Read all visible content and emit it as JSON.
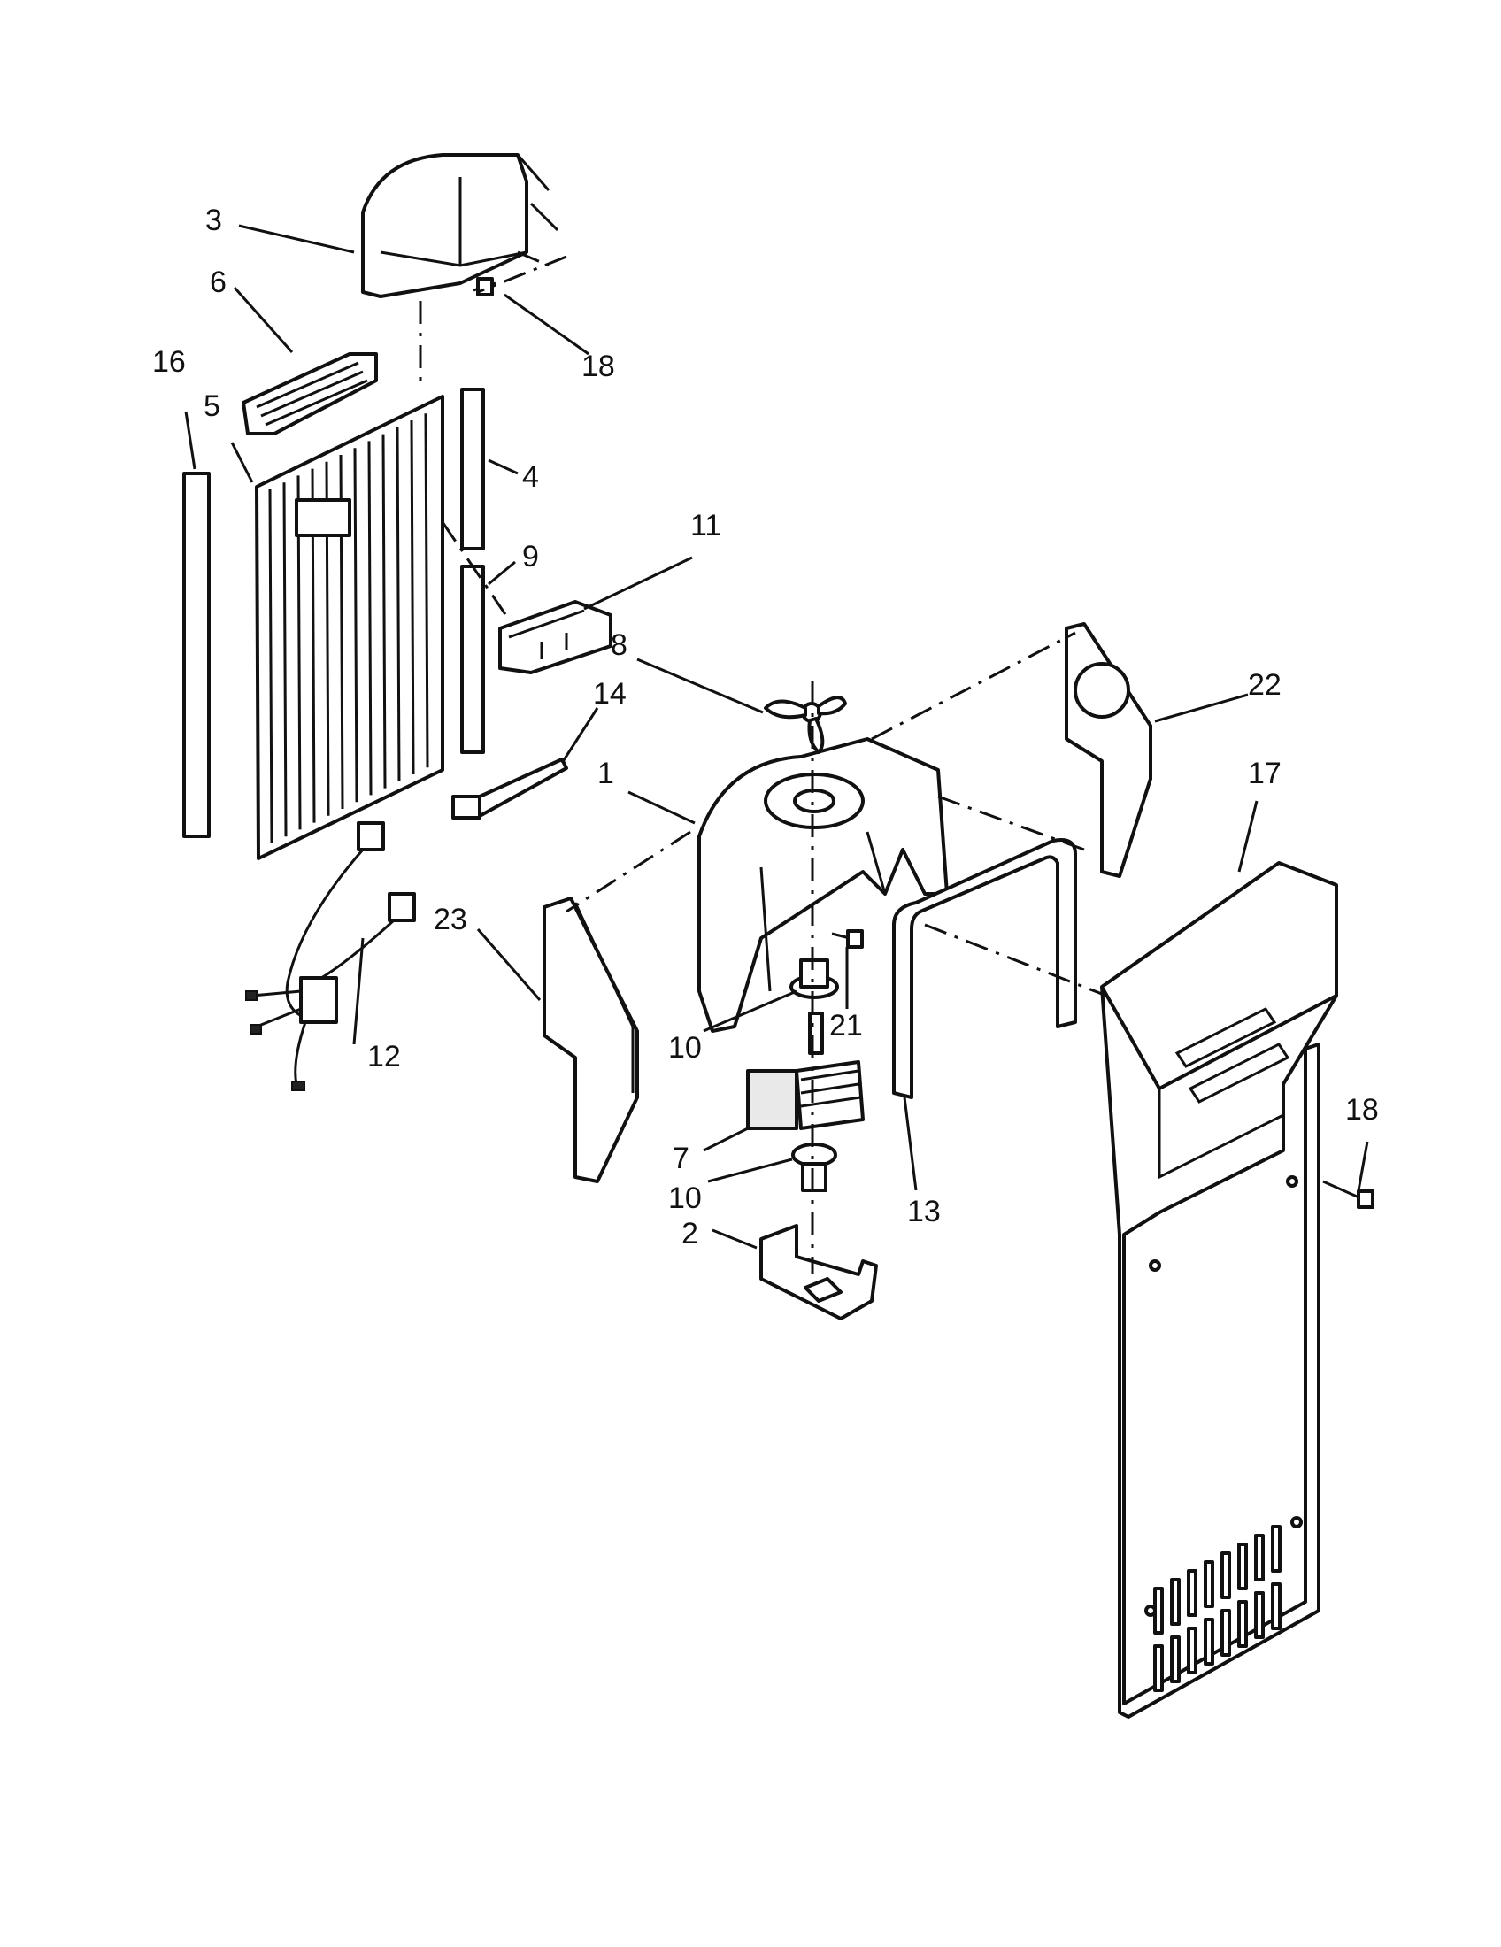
{
  "callouts": [
    {
      "id": "c3",
      "text": "3"
    },
    {
      "id": "c6",
      "text": "6"
    },
    {
      "id": "c18a",
      "text": "18"
    },
    {
      "id": "c16",
      "text": "16"
    },
    {
      "id": "c5",
      "text": "5"
    },
    {
      "id": "c4",
      "text": "4"
    },
    {
      "id": "c9",
      "text": "9"
    },
    {
      "id": "c11",
      "text": "11"
    },
    {
      "id": "c8",
      "text": "8"
    },
    {
      "id": "c22",
      "text": "22"
    },
    {
      "id": "c14",
      "text": "14"
    },
    {
      "id": "c1",
      "text": "1"
    },
    {
      "id": "c17",
      "text": "17"
    },
    {
      "id": "c23",
      "text": "23"
    },
    {
      "id": "c21",
      "text": "21"
    },
    {
      "id": "c10a",
      "text": "10"
    },
    {
      "id": "c12",
      "text": "12"
    },
    {
      "id": "c18b",
      "text": "18"
    },
    {
      "id": "c7",
      "text": "7"
    },
    {
      "id": "c10b",
      "text": "10"
    },
    {
      "id": "c13",
      "text": "13"
    },
    {
      "id": "c2",
      "text": "2"
    }
  ]
}
